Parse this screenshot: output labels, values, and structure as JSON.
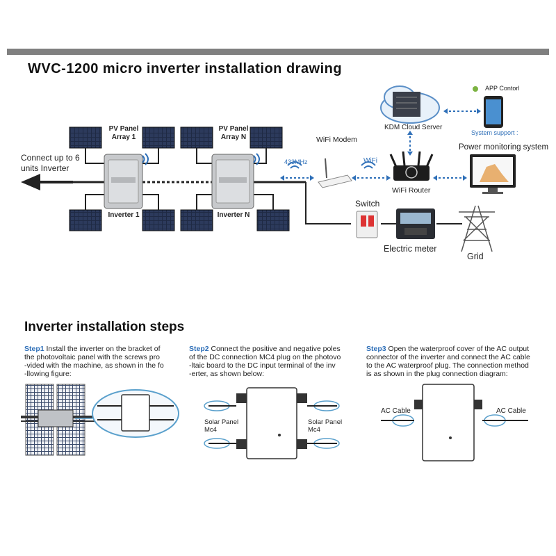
{
  "colors": {
    "accent": "#2e6fb8",
    "divider": "#808080",
    "panel": "#1f2a44",
    "inverter": "#c7c9cc"
  },
  "title": "WVC-1200 micro inverter installation drawing",
  "diagram": {
    "array1_label": [
      "PV  Panel",
      "Array 1"
    ],
    "arrayN_label": [
      "PV  Panel",
      "Array N"
    ],
    "inverter1_label": "Inverter  1",
    "inverterN_label": "Inverter  N",
    "connect_label": [
      "Connect up to 6",
      "units Inverter"
    ],
    "freq_label": "433MHz",
    "wifi_modem_label": "WiFi Modem",
    "wifi_label": "WiFi",
    "wifi_router_label": "WiFi Router",
    "cloud_label": "KDM Cloud Server",
    "app_label": "APP Contorl",
    "system_support_label": "System support :",
    "monitoring_label": "Power monitoring system",
    "switch_label": "Switch",
    "meter_label": "Electric meter",
    "grid_label": "Grid",
    "icons": [
      "wifi-signal-icon",
      "cloud-server-icon",
      "smartphone-icon",
      "monitor-icon",
      "transmission-tower-icon",
      "arrow-left-icon"
    ]
  },
  "steps_title": "Inverter installation steps",
  "steps": [
    {
      "tag": "Step1",
      "lines": [
        " Install the inverter on the bracket of",
        "the photovoltaic panel with the screws pro",
        "-vided with the machine, as shown in the fo",
        "-llowing figure:"
      ]
    },
    {
      "tag": "Step2",
      "lines": [
        " Connect the positive and negative poles",
        "of the DC connection MC4 plug on the photovo",
        "-ltaic board to the DC input terminal of the inv",
        "-erter, as shown below:"
      ]
    },
    {
      "tag": "Step3",
      "lines": [
        " Open the waterproof cover of the AC output",
        "connector of the inverter and connect the AC cable",
        "to the AC waterproof plug. The connection method",
        "is as shown in the plug connection diagram:"
      ]
    }
  ],
  "step2_labels": {
    "left": [
      "Solar Panel",
      "Mc4"
    ],
    "right": [
      "Solar Panel",
      "Mc4"
    ]
  },
  "step3_labels": {
    "left": "AC Cable",
    "right": "AC Cable"
  }
}
